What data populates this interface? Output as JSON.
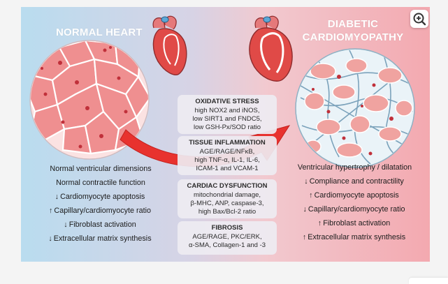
{
  "titles": {
    "left": "NORMAL HEART",
    "right_line1": "DIABETIC",
    "right_line2": "CARDIOMYOPATHY"
  },
  "boxes": [
    {
      "heading": "OXIDATIVE STRESS",
      "lines": [
        "high NOX2 and iNOS,",
        "low SIRT1 and FNDC5,",
        "low GSH-Px/SOD ratio"
      ]
    },
    {
      "heading": "TISSUE INFLAMMATION",
      "lines": [
        "AGE/RAGE/NFκB,",
        "high TNF-α, IL-1, IL-6,",
        "ICAM-1 and VCAM-1"
      ]
    },
    {
      "heading": "CARDIAC DYSFUNCTION",
      "lines": [
        "mitochondrial damage,",
        "β-MHC, ANP, caspase-3,",
        "high Bax/Bcl-2 ratio"
      ]
    },
    {
      "heading": "FIBROSIS",
      "lines": [
        "AGE/RAGE, PKC/ERK,",
        "α-SMA, Collagen-1 and -3"
      ]
    }
  ],
  "left_list": [
    {
      "arrow": "",
      "text": "Normal ventricular dimensions"
    },
    {
      "arrow": "",
      "text": "Normal contractile function"
    },
    {
      "arrow": "↓",
      "text": "Cardiomyocyte apoptosis"
    },
    {
      "arrow": "↑",
      "text": "Capillary/cardiomyocyte ratio"
    },
    {
      "arrow": "↓",
      "text": "Fibroblast activation"
    },
    {
      "arrow": "↓",
      "text": "Extracellular matrix synthesis"
    }
  ],
  "right_list": [
    {
      "arrow": "",
      "text": "Ventricular hypertrophy / dilatation"
    },
    {
      "arrow": "↓",
      "text": "Compliance and contractility"
    },
    {
      "arrow": "↑",
      "text": "Cardiomyocyte apoptosis"
    },
    {
      "arrow": "↓",
      "text": "Capillary/cardiomyocyte ratio"
    },
    {
      "arrow": "↑",
      "text": "Fibroblast activation"
    },
    {
      "arrow": "↑",
      "text": "Extracellular matrix synthesis"
    }
  ],
  "icons": {
    "zoom": "zoom-in-icon",
    "heart": "heart-icon",
    "tissue": "tissue-cross-section-icon",
    "arrow": "progression-arrow-icon"
  },
  "colors": {
    "title": "#ffffff",
    "arrow_red": "#e8322e",
    "cell_pink": "#ef8f90",
    "nucleus": "#c0303a",
    "heart_red": "#e04a47"
  }
}
